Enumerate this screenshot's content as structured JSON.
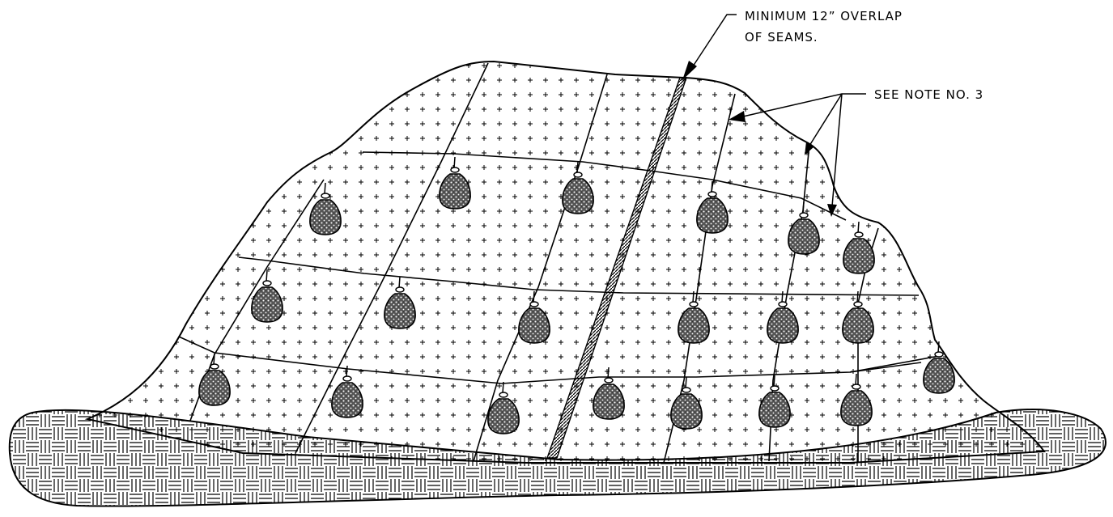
{
  "callouts": {
    "overlap_line1": "MINIMUM 12” OVERLAP",
    "overlap_line2": "OF SEAMS.",
    "note_ref": "SEE NOTE NO. 3"
  }
}
